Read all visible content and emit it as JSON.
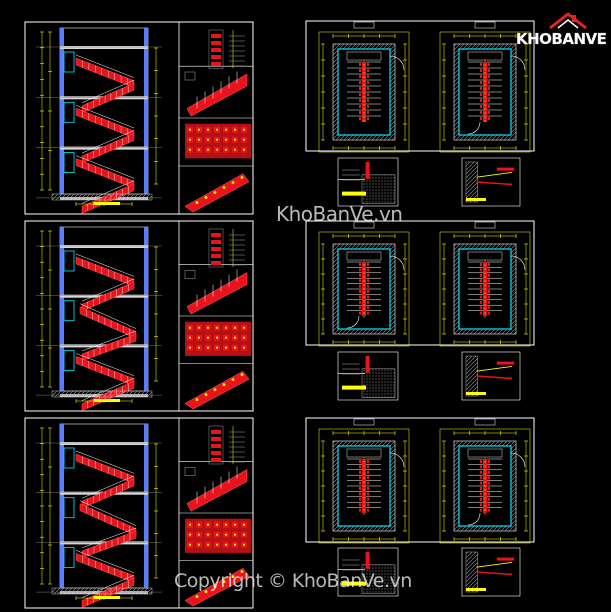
{
  "brand": {
    "logo_text": "KHOBANVE",
    "watermark_center": "KhoBanVe.vn",
    "watermark_bottom": "Copyright © KhoBanVe.vn"
  },
  "colors": {
    "background": "#000000",
    "frame": "#ffffff",
    "stair_fill": "#e8131b",
    "dimension": "#ffff00",
    "wall": "#00e5ff",
    "wall_alt": "#5a7dff",
    "hatch": "#9a9a9a",
    "logo_red": "#e32323"
  },
  "layout_notes": {
    "left_column_sheets": 3,
    "right_column_sheets": 3,
    "plans_per_right_sheet": 2,
    "details_per_right_sheet": 2
  }
}
